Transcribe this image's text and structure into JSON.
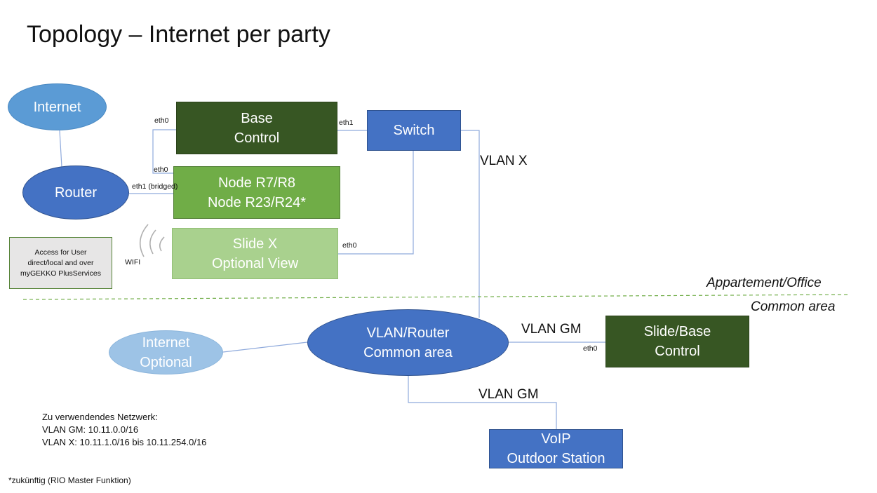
{
  "title": "Topology – Internet per party",
  "nodes": {
    "internet": "Internet",
    "router": "Router",
    "base_control": "Base\nControl",
    "switch": "Switch",
    "node_r": "Node R7/R8\nNode R23/R24*",
    "slide_x": "Slide X\nOptional View",
    "vlan_router": "VLAN/Router\nCommon area",
    "internet_optional": "Internet\nOptional",
    "slide_base": "Slide/Base\nControl",
    "voip": "VoIP\nOutdoor Station"
  },
  "access_note": "Access for  User\ndirect/local  and over\nmyGEKKO PlusServices",
  "port_labels": {
    "eth0_base": "eth0",
    "eth1_base": "eth1",
    "eth0_node": "eth0",
    "eth1_bridged": "eth1 (bridged)",
    "eth0_slide": "eth0",
    "wifi": "WIFI",
    "eth0_slide_base": "eth0"
  },
  "vlan_labels": {
    "vlan_x": "VLAN X",
    "vlan_gm_right": "VLAN GM",
    "vlan_gm_bottom": "VLAN GM"
  },
  "areas": {
    "apartment": "Appartement/Office",
    "common": "Common area"
  },
  "network_info": {
    "heading": "Zu verwendendes  Netzwerk:",
    "vlan_gm": "VLAN GM: 10.11.0.0/16",
    "vlan_x": "VLAN X: 10.11.1.0/16 bis 10.11.254.0/16"
  },
  "footnote": "*zukünftig (RIO Master Funktion)",
  "colors": {
    "dark_green": "#375623",
    "green": "#70ad47",
    "light_green": "#a9d18e",
    "blue": "#4472c4",
    "light_blue": "#5b9bd5",
    "pale_blue": "#9dc3e6",
    "note_gray": "#e7e6e6",
    "line_blue": "#8faadc",
    "divider_green": "#70ad47"
  }
}
